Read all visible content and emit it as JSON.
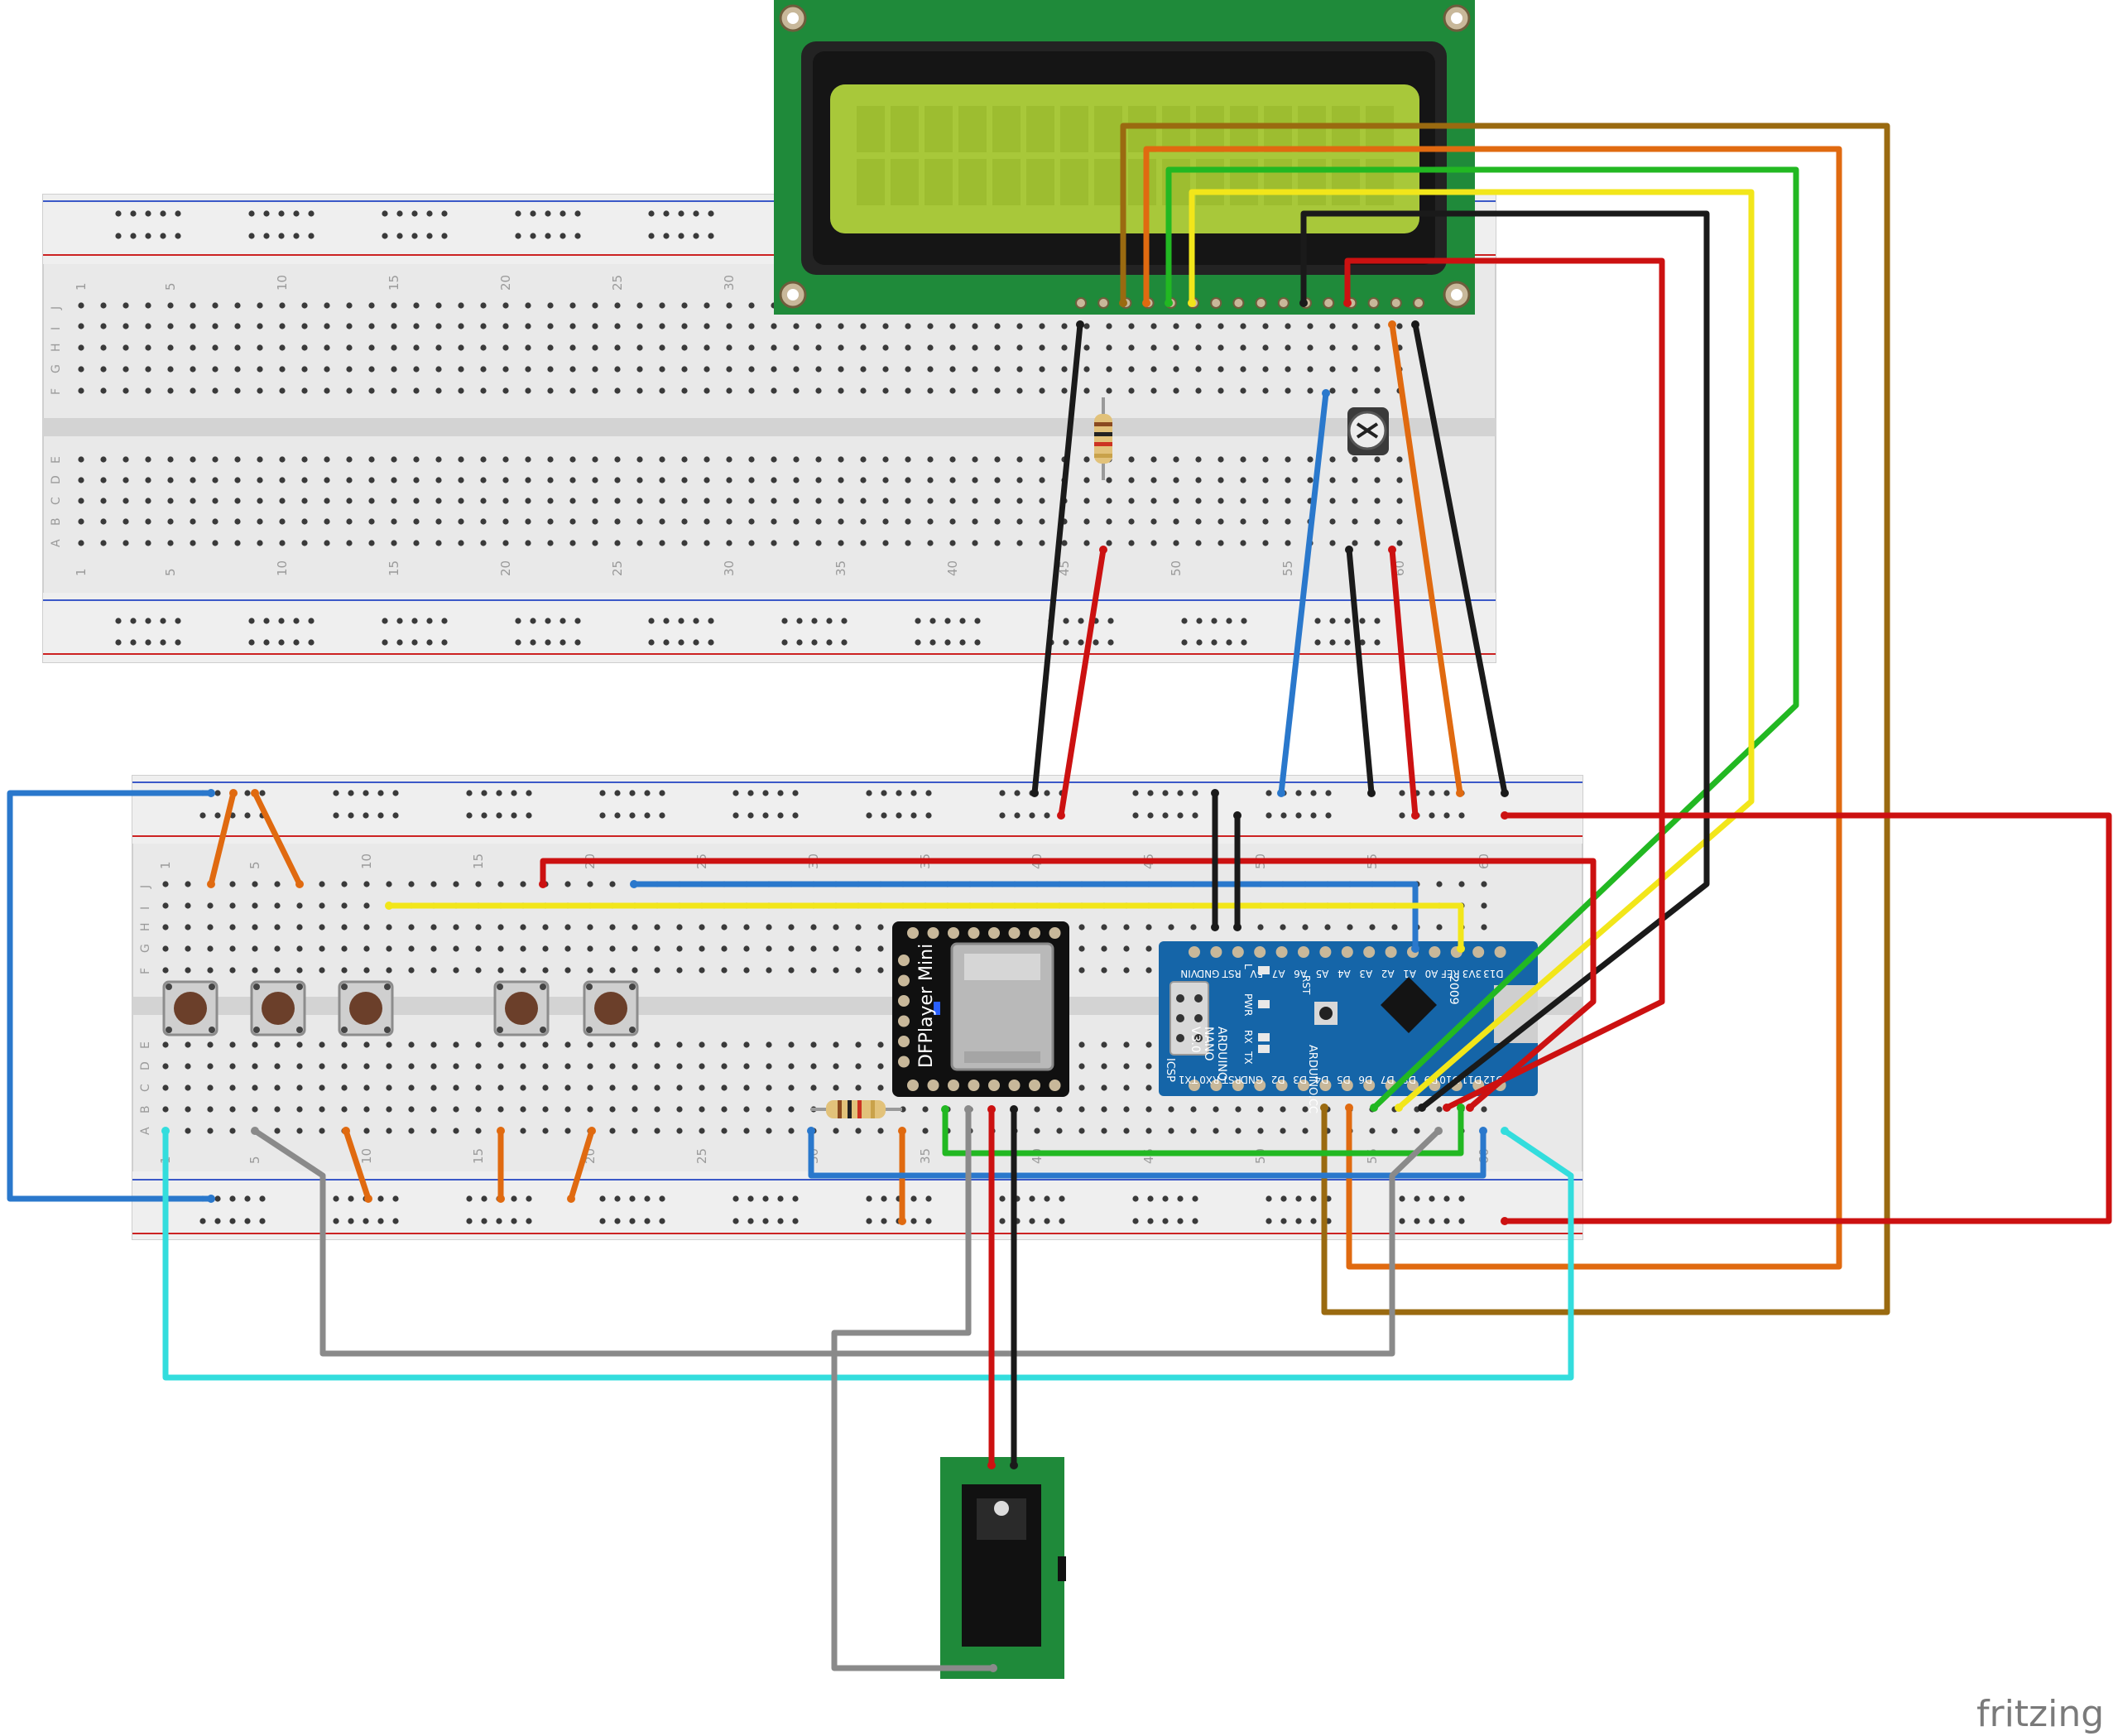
{
  "colors": {
    "wire_black": "#1a1a1a",
    "wire_red": "#cc1111",
    "wire_orange": "#e06a10",
    "wire_green": "#22b822",
    "wire_yellow": "#f2e61a",
    "wire_brown": "#9a6a10",
    "wire_blue": "#2a78cc",
    "wire_cyan": "#33dddd",
    "wire_gray": "#8a8a8a",
    "board_blue": "#1565a8",
    "pcb_green": "#1f8a3a",
    "lcd_screen": "#a8c83a",
    "breadboard": "#e6e6e6"
  },
  "breadboard_top": {
    "column_numbers": [
      "1",
      "5",
      "10",
      "15",
      "20",
      "25",
      "30",
      "35",
      "40",
      "45",
      "50",
      "55",
      "60"
    ],
    "row_letters_top": [
      "J",
      "I",
      "H",
      "G",
      "F"
    ],
    "row_letters_bottom": [
      "E",
      "D",
      "C",
      "B",
      "A"
    ]
  },
  "breadboard_bottom": {
    "column_numbers": [
      "1",
      "5",
      "10",
      "15",
      "20",
      "25",
      "30",
      "35",
      "40",
      "45",
      "50",
      "55",
      "60"
    ],
    "row_letters_top": [
      "J",
      "I",
      "H",
      "G",
      "F"
    ],
    "row_letters_bottom": [
      "E",
      "D",
      "C",
      "B",
      "A"
    ]
  },
  "components": {
    "lcd": {
      "icon": "lcd-16x2-icon"
    },
    "potentiometer": {
      "icon": "trimmer-pot-icon"
    },
    "resistor_top": {
      "icon": "resistor-icon"
    },
    "resistor_bottom": {
      "icon": "resistor-icon"
    },
    "dfplayer": {
      "label": "DFPlayer Mini"
    },
    "arduino": {
      "model_line1": "ARDUINO",
      "model_line2": "NANO",
      "model_line3": "V3.0",
      "site": "ARDUINO.CC",
      "year": "2009",
      "icsp": "ICSP",
      "rst": "RST",
      "pwr": "PWR",
      "led_l": "L",
      "led_tx": "TX",
      "led_rx": "RX",
      "top_pins": [
        "VIN",
        "GND",
        "RST",
        "5V",
        "A7",
        "A6",
        "A5",
        "A4",
        "A3",
        "A2",
        "A1",
        "A0",
        "REF",
        "3V3",
        "D13"
      ],
      "bottom_pins": [
        "TX1",
        "RX0",
        "RST",
        "GND",
        "D2",
        "D3",
        "D4",
        "D5",
        "D6",
        "D7",
        "D8",
        "D9",
        "D10",
        "D11",
        "D12"
      ]
    },
    "pushbuttons": {
      "count": 5,
      "icon": "pushbutton-icon"
    },
    "dc_jack": {
      "icon": "dc-barrel-jack-icon"
    }
  },
  "branding": {
    "text": "fritzing"
  }
}
